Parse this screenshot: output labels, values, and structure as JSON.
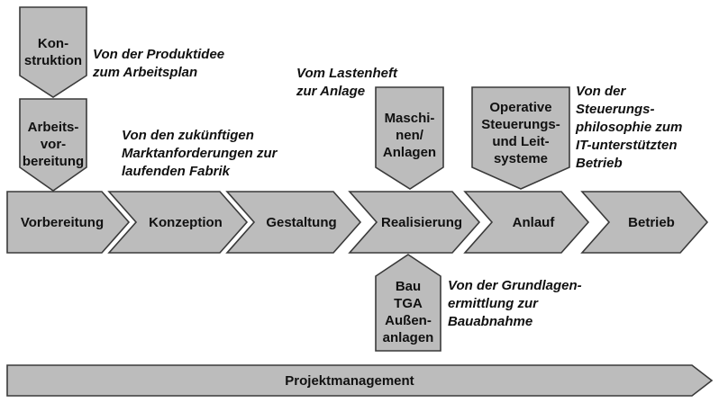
{
  "phases": [
    {
      "label": "Vorbereitung"
    },
    {
      "label": "Konzeption"
    },
    {
      "label": "Gestaltung"
    },
    {
      "label": "Realisierung"
    },
    {
      "label": "Anlauf"
    },
    {
      "label": "Betrieb"
    }
  ],
  "callouts": {
    "konstruktion": "Kon-\nstruktion",
    "arbeitsvorbereitung": "Arbeits-\nvor-\nbereitung",
    "maschinen": "Maschi-\nnen/\nAnlagen",
    "operative": "Operative\nSteuerungs-\nund Leit-\nsysteme",
    "bau": "Bau\nTGA\nAußen-\nanlagen"
  },
  "notes": {
    "produktidee": "Von der Produktidee\nzum Arbeitsplan",
    "markt": "Von den zukünftigen\nMarktanforderungen zur\nlaufenden Fabrik",
    "lastenheft": "Vom Lastenheft\nzur Anlage",
    "steuerung": "Von der\nSteuerungs-\nphilosophie zum\nIT-unterstützten\nBetrieb",
    "grundlagen": "Von der Grundlagen-\nermittlung zur\nBauabnahme"
  },
  "projektmanagement": "Projektmanagement"
}
